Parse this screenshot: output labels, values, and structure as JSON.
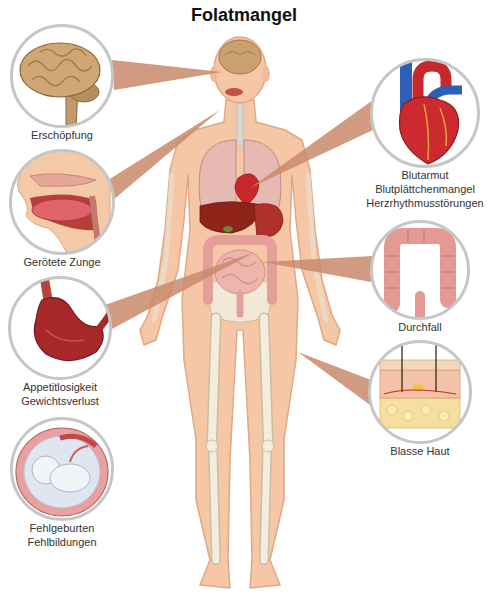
{
  "diagram": {
    "title": "Folatmangel",
    "nodes": [
      {
        "text": [
          "Erschöpfung"
        ]
      },
      {
        "text": [
          "Blutarmut",
          "Blutplättchenmangel",
          "Herzrhythmusstörungen"
        ]
      },
      {
        "text": [
          "Gerötete Zunge"
        ]
      },
      {
        "text": [
          "Durchfall"
        ]
      },
      {
        "text": [
          "Appetitlosigkeit",
          "Gewichtsverlust"
        ]
      },
      {
        "text": [
          "Blasse Haut"
        ]
      },
      {
        "text": [
          "Fehlgeburten",
          "Fehlbildungen"
        ]
      }
    ]
  }
}
